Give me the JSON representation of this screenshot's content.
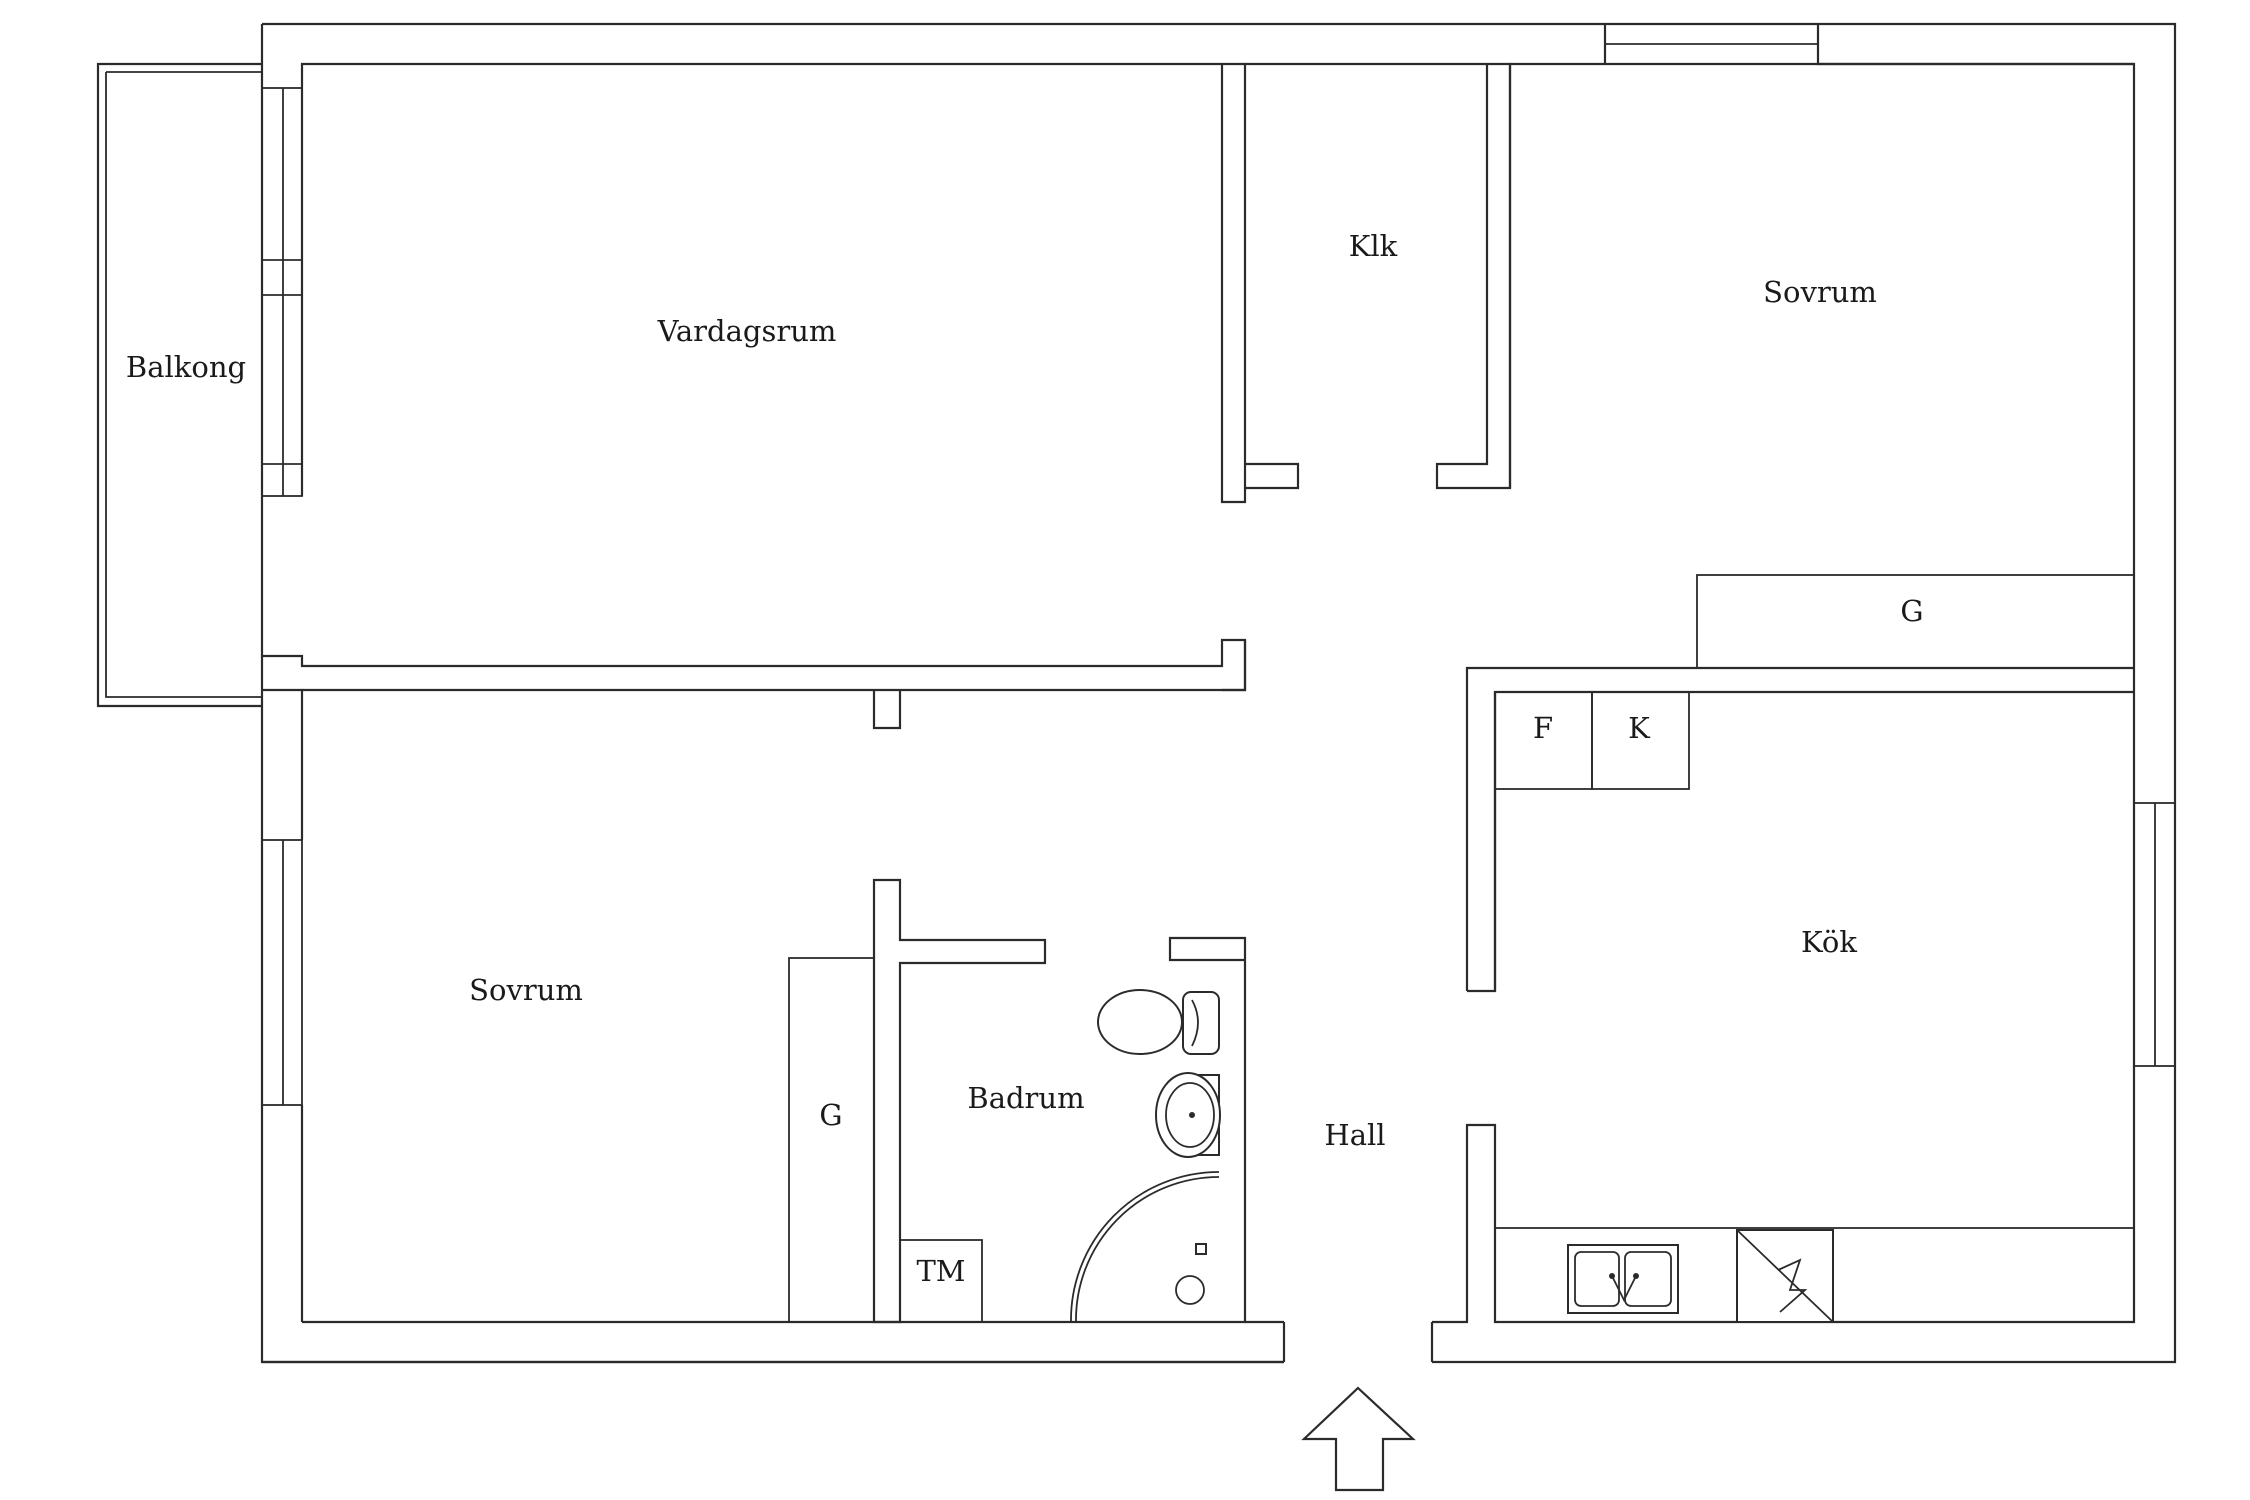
{
  "rooms": {
    "balkong": "Balkong",
    "vardagsrum": "Vardagsrum",
    "klk": "Klk",
    "sovrum_1": "Sovrum",
    "garderob_1": "G",
    "frys": "F",
    "kyl": "K",
    "kok": "Kök",
    "sovrum_2": "Sovrum",
    "garderob_2": "G",
    "badrum": "Badrum",
    "tvattmaskin": "TM",
    "hall": "Hall"
  },
  "entrance_arrow": "entrance-arrow-icon",
  "colors": {
    "line": "#2b2b2b",
    "background": "#ffffff"
  }
}
